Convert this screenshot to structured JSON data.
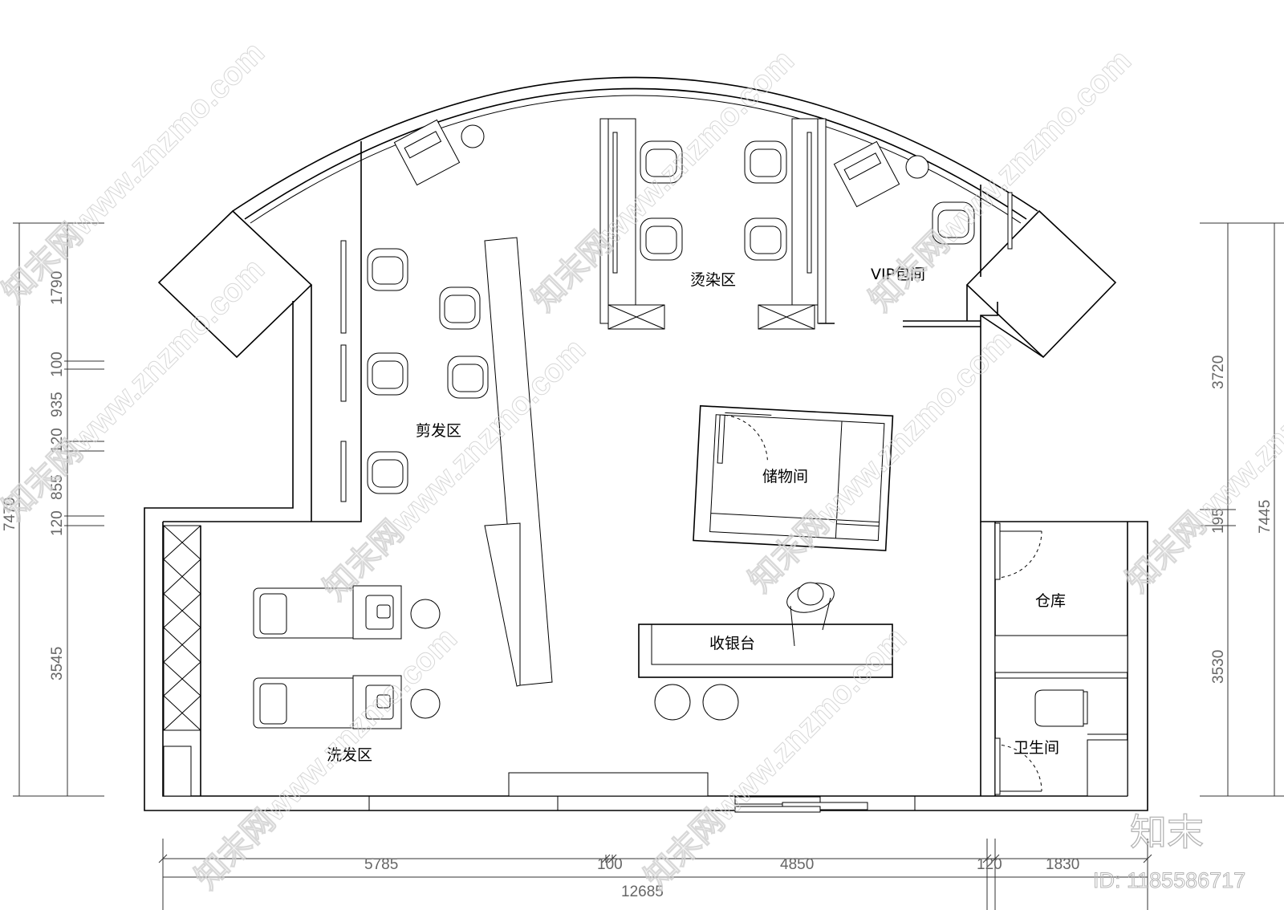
{
  "rooms": {
    "perm_dye": "烫染区",
    "vip": "VIP包间",
    "haircut": "剪发区",
    "storage": "储物间",
    "cashier": "收银台",
    "warehouse": "仓库",
    "toilet": "卫生间",
    "wash": "洗发区"
  },
  "dimensions": {
    "bottom_segments": [
      "5785",
      "100",
      "4850",
      "120",
      "1830"
    ],
    "bottom_total": "12685",
    "left_segments": [
      "1790",
      "100",
      "935",
      "120",
      "855",
      "120",
      "3545"
    ],
    "left_total": "7470",
    "right_segments": [
      "3720",
      "195",
      "3530"
    ],
    "right_total": "7445"
  },
  "watermark": {
    "text": "知末网www.znzmo.com",
    "brand": "知末",
    "id": "ID: 1185586717"
  }
}
